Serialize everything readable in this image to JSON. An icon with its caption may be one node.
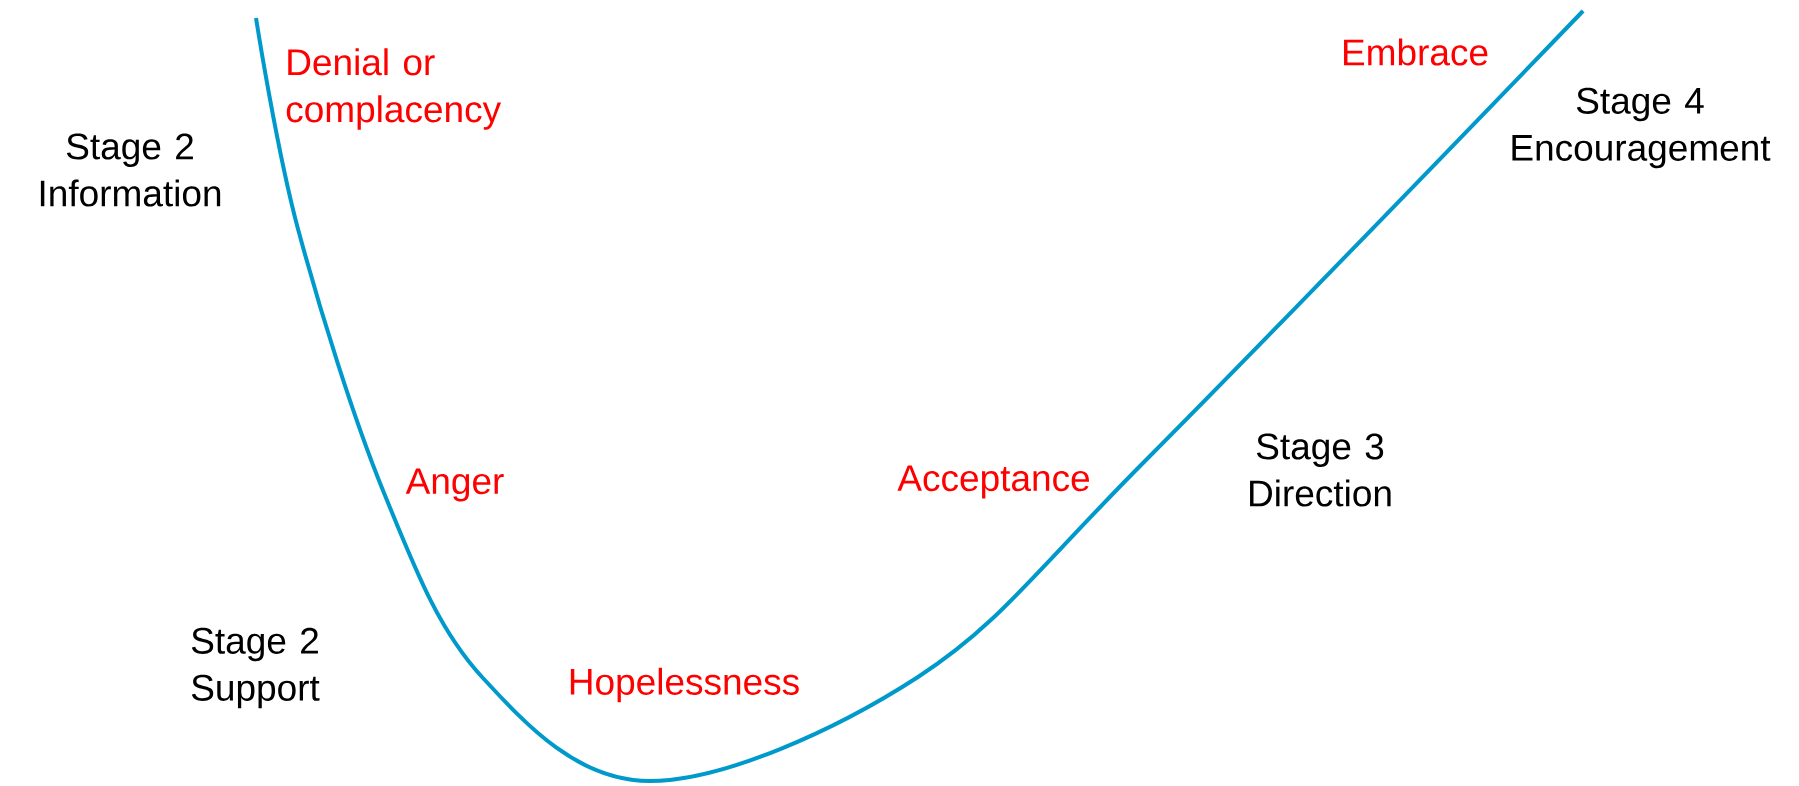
{
  "diagram": {
    "labels": [
      "Denial or complacency",
      "Embrace",
      "Stage 2 Information",
      "Stage 4 Encouragement",
      "Anger",
      "Acceptance",
      "Stage 3 Direction",
      "Stage 2 Support",
      "Hopelessness"
    ]
  }
}
